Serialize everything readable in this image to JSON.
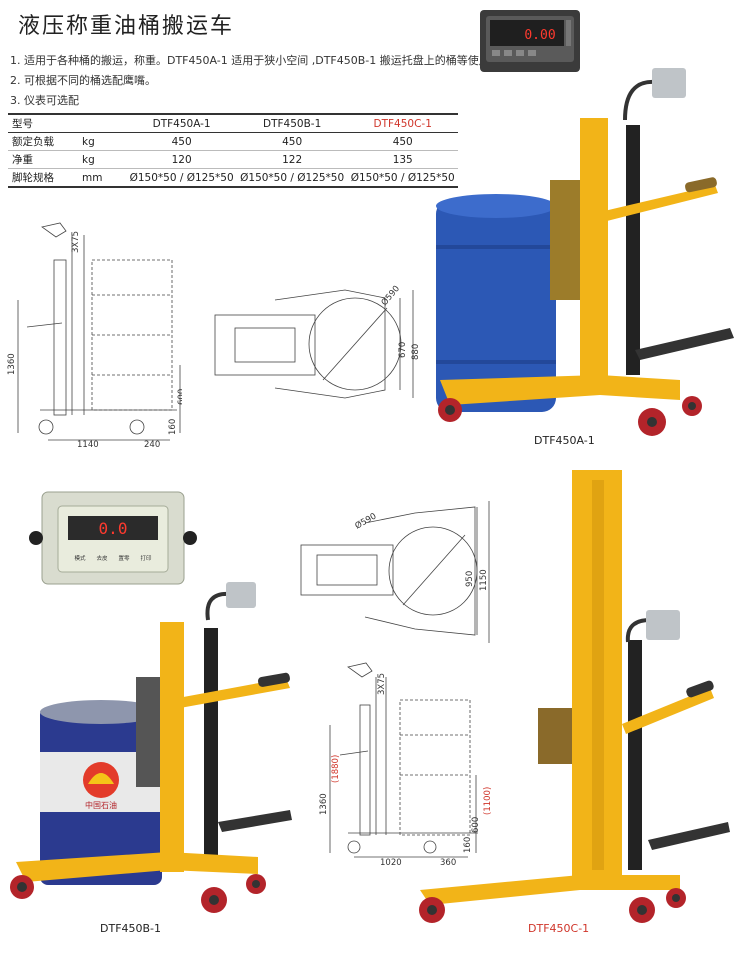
{
  "title": "液压称重油桶搬运车",
  "features": [
    "1. 适用于各种桶的搬运，称重。DTF450A-1 适用于狭小空间 ,DTF450B-1 搬运托盘上的桶等使用。",
    "2. 可根据不同的桶选配鹰嘴。",
    "3. 仪表可选配"
  ],
  "spec_table": {
    "header": [
      "型号",
      "",
      "DTF450A-1",
      "DTF450B-1",
      "DTF450C-1"
    ],
    "rows": [
      [
        "额定负载",
        "kg",
        "450",
        "450",
        "450"
      ],
      [
        "净重",
        "kg",
        "120",
        "122",
        "135"
      ],
      [
        "脚轮规格",
        "mm",
        "Ø150*50 / Ø125*50",
        "Ø150*50 / Ø125*50",
        "Ø150*50 / Ø125*50"
      ]
    ]
  },
  "colors": {
    "accent_red": "#d0352a",
    "frame_yellow": "#f2b418",
    "drum_blue": "#2c58b5",
    "wheel_red": "#b3242a"
  },
  "drawing1": {
    "side_dims": {
      "top": "3X75",
      "height": "1360",
      "lift": "600",
      "base": "160",
      "length": "1140",
      "wheel": "240"
    },
    "top_dims": {
      "dia": "Ø590",
      "w1": "670",
      "w2": "880"
    }
  },
  "drawing2": {
    "top_dims": {
      "dia": "Ø590",
      "w1": "950",
      "w2": "1150"
    },
    "side_dims": {
      "top": "3X75",
      "height": "1360",
      "height_alt": "(1880)",
      "lift": "600",
      "lift_alt": "(1100)",
      "base": "160",
      "length": "1020",
      "wheel": "360"
    }
  },
  "display": {
    "reading": "0.0",
    "buttons": [
      "模式",
      "去皮",
      "置零",
      "打印"
    ]
  },
  "drum_logo": {
    "text": "中国石油"
  },
  "captions": {
    "a": "DTF450A-1",
    "b": "DTF450B-1",
    "c": "DTF450C-1"
  }
}
